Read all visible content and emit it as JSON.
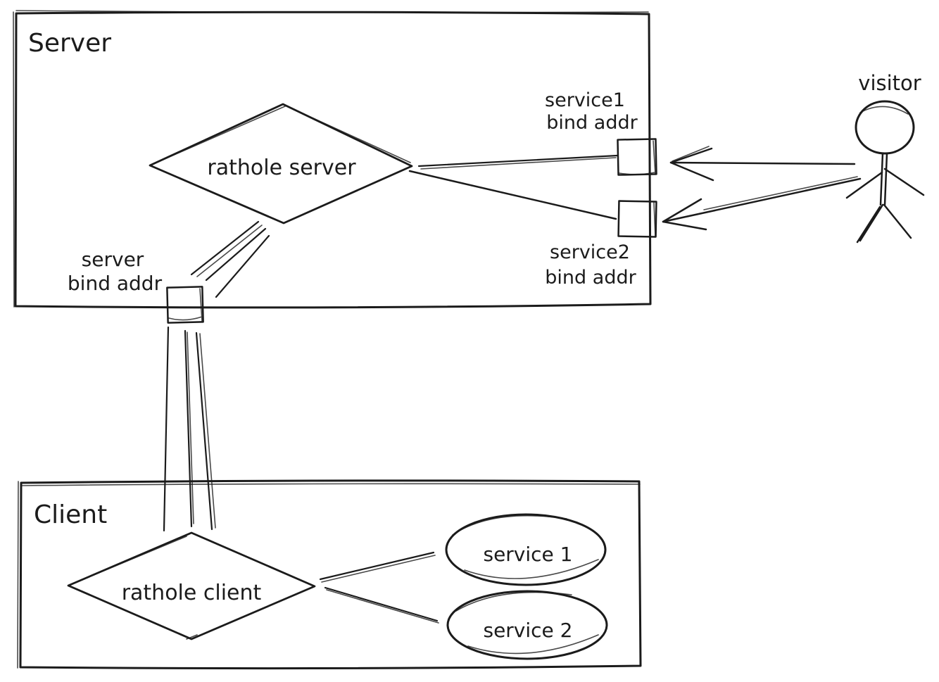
{
  "colors": {
    "ink": "#1b1b1b",
    "background": "#ffffff"
  },
  "server_group": {
    "title": "Server"
  },
  "client_group": {
    "title": "Client"
  },
  "nodes": {
    "rathole_server": "rathole server",
    "rathole_client": "rathole client",
    "service1_ellipse": "service 1",
    "service2_ellipse": "service 2"
  },
  "labels": {
    "service1_bind": {
      "line1": "service1",
      "line2": "bind addr"
    },
    "service2_bind": {
      "line1": "service2",
      "line2": "bind addr"
    },
    "server_bind": {
      "line1": "server",
      "line2": "bind addr"
    },
    "visitor": "visitor"
  }
}
